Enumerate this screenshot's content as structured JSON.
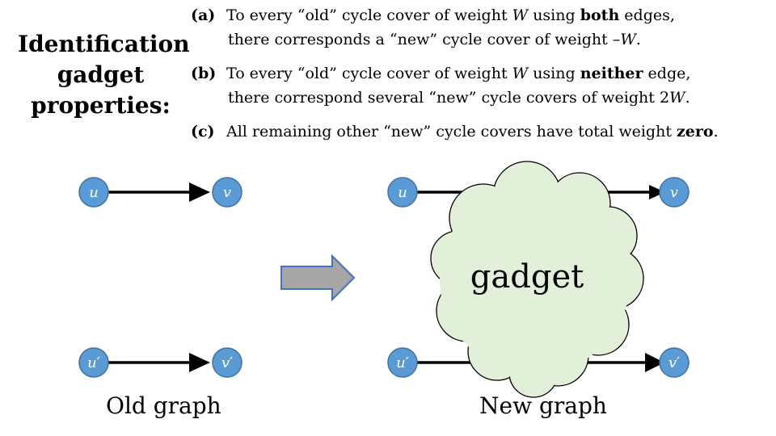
{
  "title": {
    "line1": "Identification",
    "line2": "gadget",
    "line3": "properties:"
  },
  "properties": [
    {
      "label": "(a)",
      "line1": {
        "t1": "To every “old” cycle cover of weight ",
        "var": "W",
        "t2": " using ",
        "bold": "both",
        "t3": " edges,"
      },
      "line2": {
        "t1": "there corresponds a “new” cycle cover of weight –",
        "var": "W",
        "t2": "."
      }
    },
    {
      "label": "(b)",
      "line1": {
        "t1": "To every “old” cycle cover of weight ",
        "var": "W",
        "t2": " using ",
        "bold": "neither",
        "t3": " edge,"
      },
      "line2": {
        "t1": "there correspond several “new” cycle covers of weight 2",
        "var": "W",
        "t2": "."
      }
    },
    {
      "label": "(c)",
      "line1": {
        "t1": "All remaining other “new” cycle covers have total weight ",
        "bold": "zero",
        "t3": "."
      }
    }
  ],
  "old_graph": {
    "caption": "Old graph",
    "nodes": [
      "u",
      "v",
      "u′",
      "v′"
    ]
  },
  "new_graph": {
    "caption": "New graph",
    "nodes": [
      "u",
      "v",
      "u′",
      "v′"
    ],
    "gadget_label": "gadget"
  },
  "colors": {
    "node_fill": "#5b9bd5",
    "node_stroke": "#41719c",
    "arrow_fill": "#a6a6a6",
    "arrow_stroke": "#4472c4",
    "cloud_fill": "#e2efd9",
    "cloud_stroke": "#000000"
  }
}
